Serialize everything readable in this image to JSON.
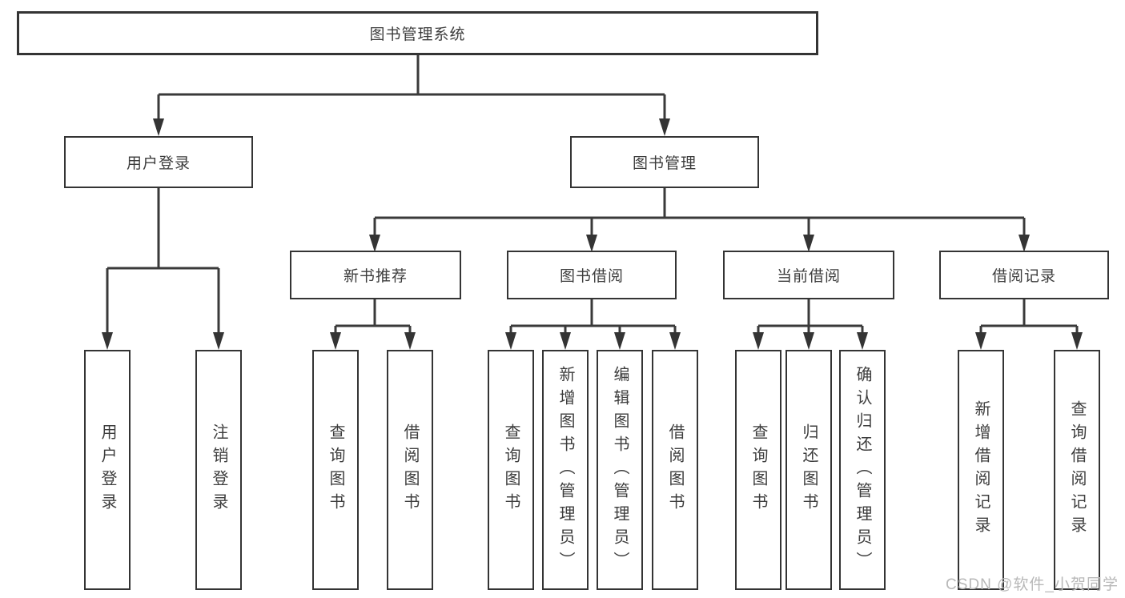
{
  "diagram": {
    "title": "图书管理系统",
    "tree": {
      "label": "图书管理系统",
      "children": [
        {
          "label": "用户登录",
          "children": [
            {
              "label": "用户登录"
            },
            {
              "label": "注销登录"
            }
          ]
        },
        {
          "label": "图书管理",
          "children": [
            {
              "label": "新书推荐",
              "children": [
                {
                  "label": "查询图书"
                },
                {
                  "label": "借阅图书"
                }
              ]
            },
            {
              "label": "图书借阅",
              "children": [
                {
                  "label": "查询图书"
                },
                {
                  "label": "新增图书（管理员）"
                },
                {
                  "label": "编辑图书（管理员）"
                },
                {
                  "label": "借阅图书"
                }
              ]
            },
            {
              "label": "当前借阅",
              "children": [
                {
                  "label": "查询图书"
                },
                {
                  "label": "归还图书"
                },
                {
                  "label": "确认归还（管理员）"
                }
              ]
            },
            {
              "label": "借阅记录",
              "children": [
                {
                  "label": "新增借阅记录"
                },
                {
                  "label": "查询借阅记录"
                }
              ]
            }
          ]
        }
      ]
    }
  },
  "watermark": {
    "text": "CSDN @软件_小贺同学",
    "color": "#b8b8b8"
  },
  "colors": {
    "line": "#3a3a3a",
    "box_border": "#343434",
    "text": "#3d3d3d",
    "background": "#ffffff"
  }
}
